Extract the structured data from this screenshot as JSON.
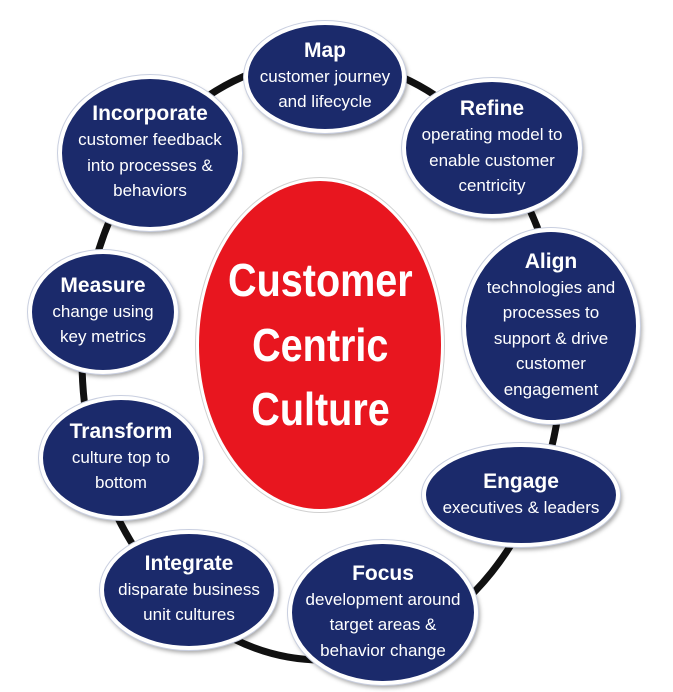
{
  "center": {
    "lines": [
      "Customer",
      "Centric",
      "Culture"
    ],
    "color": "#e8161f"
  },
  "node_color": "#1b2a6b",
  "ring_color": "#111111",
  "nodes": [
    {
      "title": "Map",
      "description": "customer journey\nand lifecycle"
    },
    {
      "title": "Refine",
      "description": "operating model to\nenable customer\ncentricity"
    },
    {
      "title": "Align",
      "description": "technologies and\nprocesses to\nsupport & drive\ncustomer\nengagement"
    },
    {
      "title": "Engage",
      "description": "executives & leaders"
    },
    {
      "title": "Focus",
      "description": "development around\ntarget areas &\nbehavior change"
    },
    {
      "title": "Integrate",
      "description": "disparate business\nunit cultures"
    },
    {
      "title": "Transform",
      "description": "culture top to\nbottom"
    },
    {
      "title": "Measure",
      "description": "change using\nkey metrics"
    },
    {
      "title": "Incorporate",
      "description": "customer feedback\ninto processes &\nbehaviors"
    }
  ]
}
